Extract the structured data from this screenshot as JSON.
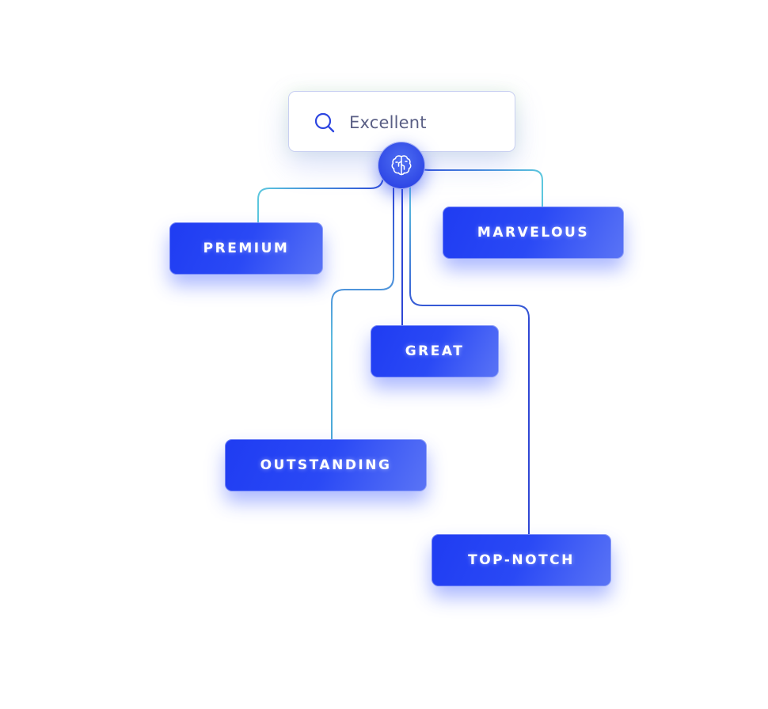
{
  "search": {
    "query": "Excellent",
    "icon": "search-icon"
  },
  "hub": {
    "icon": "brain-icon",
    "color": "#2f48e6"
  },
  "tags": {
    "premium": "PREMIUM",
    "marvelous": "MARVELOUS",
    "great": "GREAT",
    "outstanding": "OUTSTANDING",
    "top_notch": "TOP-NOTCH"
  },
  "colors": {
    "tag_start": "#1f3cf2",
    "tag_end": "#5a74f5",
    "connector_teal": "#5cc3dc",
    "connector_blue": "#2f47d4"
  }
}
